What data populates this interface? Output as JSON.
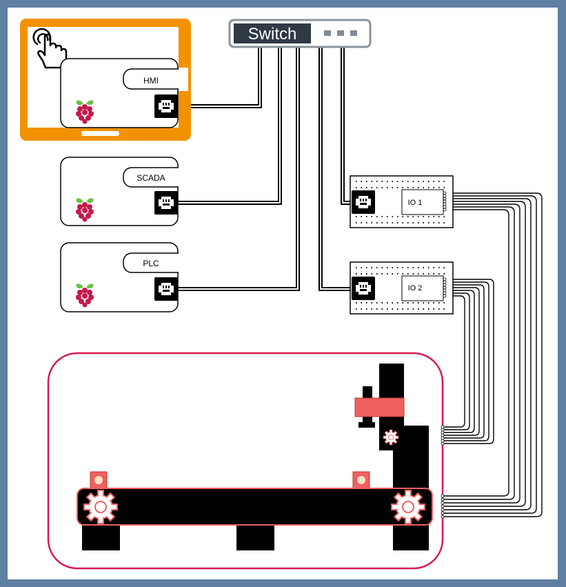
{
  "switch": {
    "label": "Switch",
    "color": "#2f3a45"
  },
  "devices": [
    {
      "id": "hmi",
      "label": "HMI",
      "frame_color": "#f39200"
    },
    {
      "id": "scada",
      "label": "SCADA"
    },
    {
      "id": "plc",
      "label": "PLC"
    }
  ],
  "io_modules": [
    {
      "id": "io1",
      "label": "IO 1"
    },
    {
      "id": "io2",
      "label": "IO 2"
    }
  ],
  "icons": [
    "touch-hand-icon",
    "raspberry-pi-icon",
    "ethernet-port-icon",
    "gear-icon",
    "indicator-light-icon"
  ],
  "colors": {
    "border": "#5f7fa3",
    "background": "#ffffff",
    "hmi_frame": "#f39200",
    "raspberry": "#c51a4a",
    "leaf": "#6cc04a",
    "plant_frame": "#d81b50",
    "accent": "#f06060"
  }
}
